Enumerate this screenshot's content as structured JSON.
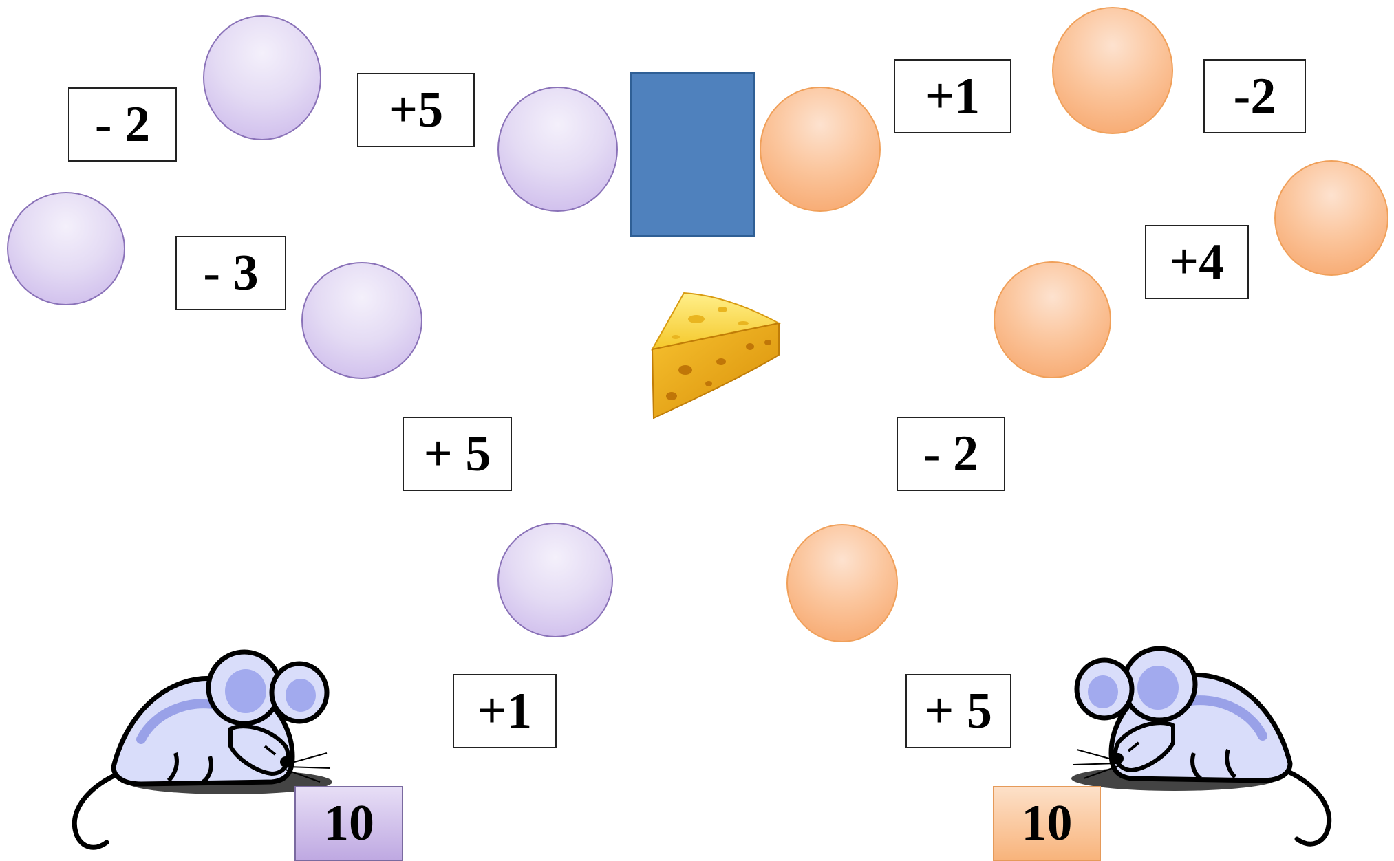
{
  "board": {
    "center_block_color": "#4f81bd",
    "goal_icon": "cheese-icon",
    "player_icon": "mouse-icon"
  },
  "purple_track": {
    "color": "#c9b5ea",
    "operations": [
      "- 2",
      "+5",
      "- 3",
      "+ 5",
      "+1"
    ],
    "score": "10"
  },
  "orange_track": {
    "color": "#f6a265",
    "operations": [
      "+1",
      "-2",
      "+4",
      "- 2",
      "+ 5"
    ],
    "score": "10"
  }
}
